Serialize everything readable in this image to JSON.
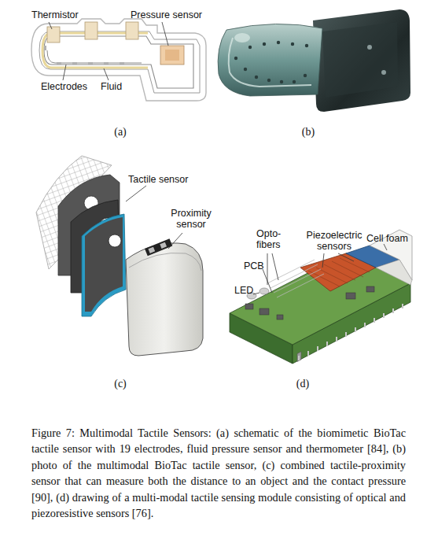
{
  "diagram": {
    "caption": "Figure 7: Multimodal Tactile Sensors: (a) schematic of the biomimetic BioTac tactile sensor with 19 electrodes, fluid pressure sensor and thermometer [84], (b) photo of the multimodal BioTac tactile sensor, (c) combined tactile-proximity sensor that can measure both the distance to an object and the contact pressure [90], (d) drawing of a multi-modal tactile sensing module consisting of optical and piezoresistive sensors [76].",
    "labels": [
      "Thermistor",
      "Pressure sensor",
      "Electrodes",
      "Fluid",
      "(a)",
      "(b)",
      "Tactile sensor",
      "Proximity sensor",
      "(c)",
      "Opto-fibers",
      "Piezoelectric sensors",
      "Cell foam",
      "PCB",
      "LED",
      "(d)"
    ]
  }
}
